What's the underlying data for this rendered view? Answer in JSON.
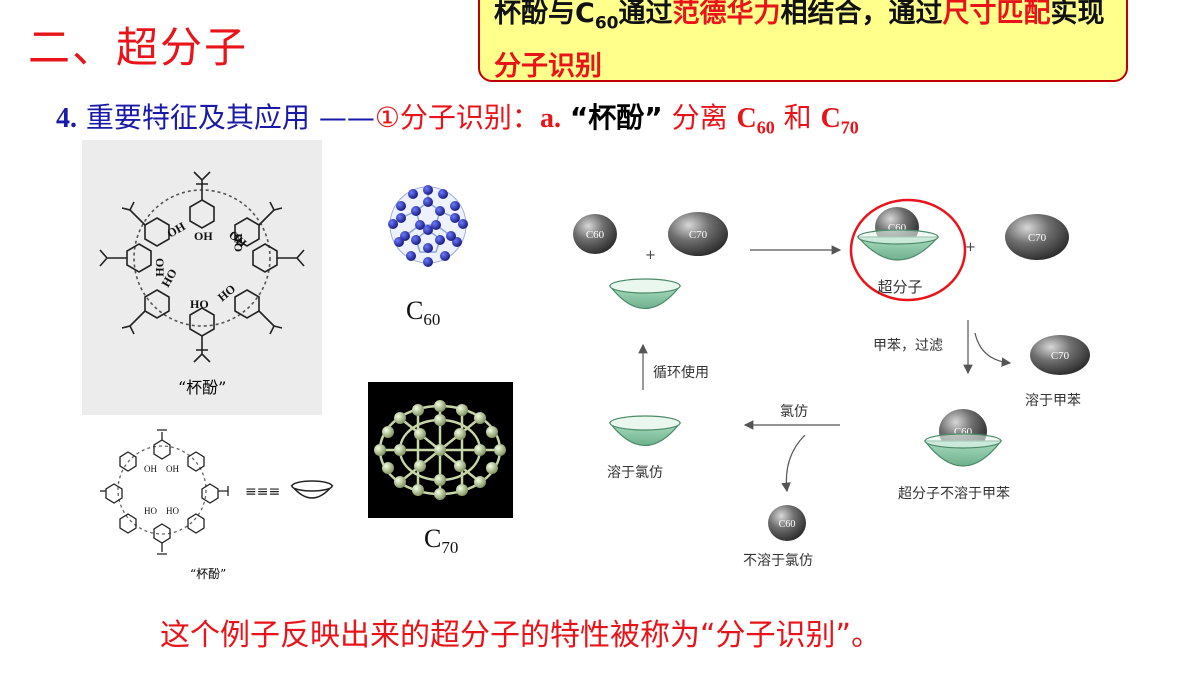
{
  "section_title": "二、超分子",
  "callout": {
    "p1": "杯酚与C",
    "p1_sub": "60",
    "p2": "通过",
    "p3_red": "范德华力",
    "p4": "相结合，通过",
    "p5_red": "尺寸匹配",
    "p6": "实现",
    "p7_red": "分子识别"
  },
  "heading": {
    "number": "4.",
    "title": "重要特征及其应用",
    "dash": "——",
    "item": "①分子识别：",
    "letter": "a.",
    "q_open": "“",
    "calix": "杯酚",
    "q_close": "”",
    "separate": "分离",
    "c": "C",
    "sub60": "60",
    "and": "和",
    "sub70": "70"
  },
  "figure": {
    "calix_caption": "“杯酚”",
    "calix_caption_small": "“杯酚”",
    "oh": "OH",
    "ho": "HO",
    "equals": "≡≡≡",
    "c60_label": "C",
    "c60_sub": "60",
    "c70_label": "C",
    "c70_sub": "70"
  },
  "diagram": {
    "ball_c60": "C60",
    "ball_c70": "C70",
    "plus": "+",
    "supramolecule": "超分子",
    "toluene_filter": "甲苯，过滤",
    "dissolve_toluene": "溶于甲苯",
    "insoluble_toluene": "超分子不溶于甲苯",
    "chloroform": "氯仿",
    "dissolve_chloroform": "溶于氯仿",
    "insoluble_chloroform": "不溶于氯仿",
    "recycle": "循环使用"
  },
  "summary": "这个例子反映出来的超分子的特性被称为“分子识别”。",
  "colors": {
    "red": "#e8141a",
    "blue": "#1a1aa8",
    "callout_bg": "#ffff8c",
    "bowl_green": "#8fcfa8"
  }
}
